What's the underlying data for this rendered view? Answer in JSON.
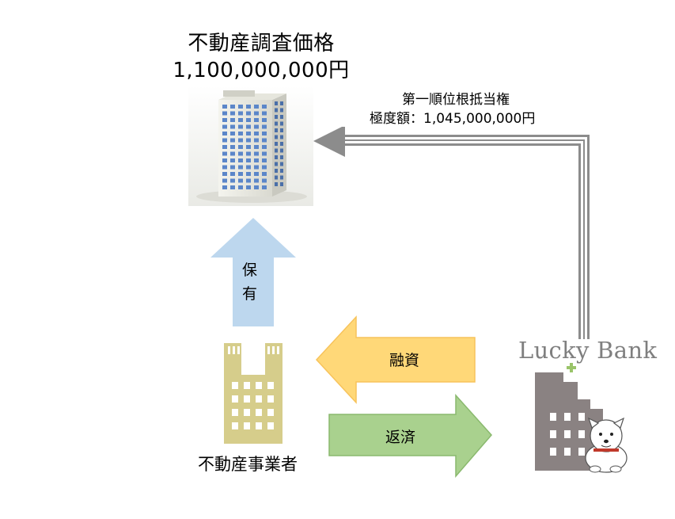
{
  "appraisal": {
    "title": "不動産調査価格",
    "value": "1,100,000,000円"
  },
  "mortgage": {
    "line1": "第一順位根抵当権",
    "line2": "極度額：1,045,000,000円"
  },
  "arrows": {
    "hold": {
      "char1": "保",
      "char2": "有",
      "color": "#bdd7ee"
    },
    "financing": {
      "label": "融資",
      "color": "#ffd878",
      "border": "#f7c35b"
    },
    "repayment": {
      "label": "返済",
      "color": "#a9d18e",
      "border": "#8ab96e"
    },
    "lien_color": "#8c8c8c"
  },
  "company": {
    "label": "不動産事業者",
    "color": "#d6cd8b"
  },
  "bank": {
    "logo_text": "Lucky Bank",
    "building_color": "#8a8282",
    "accent_color": "#9ac46a"
  }
}
